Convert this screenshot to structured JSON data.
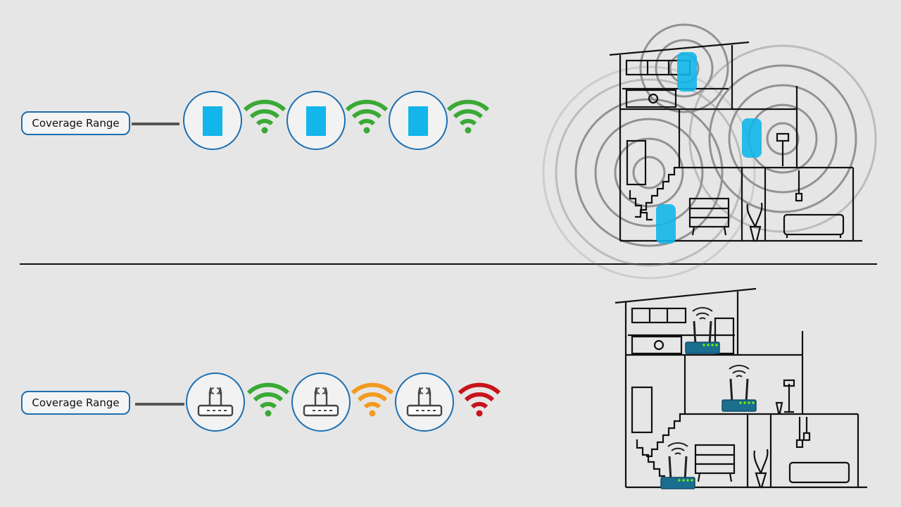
{
  "top_row": {
    "label": "Coverage Range",
    "signals": [
      "green",
      "green",
      "green"
    ]
  },
  "bottom_row": {
    "label": "Coverage Range",
    "signals": [
      "green",
      "orange",
      "red"
    ]
  },
  "colors": {
    "accent_blue": "#1e6fb0",
    "node_blue": "#12b6ea",
    "router_teal": "#1a6e8e",
    "signal_green": "#3aa935",
    "signal_orange": "#f29a1f",
    "signal_red": "#c8131b",
    "background": "#e6e6e6"
  },
  "icons": {
    "mesh_node": "mesh-node-icon",
    "router": "router-icon",
    "wifi": "wifi-signal-icon",
    "house": "house-cutaway-illustration"
  }
}
